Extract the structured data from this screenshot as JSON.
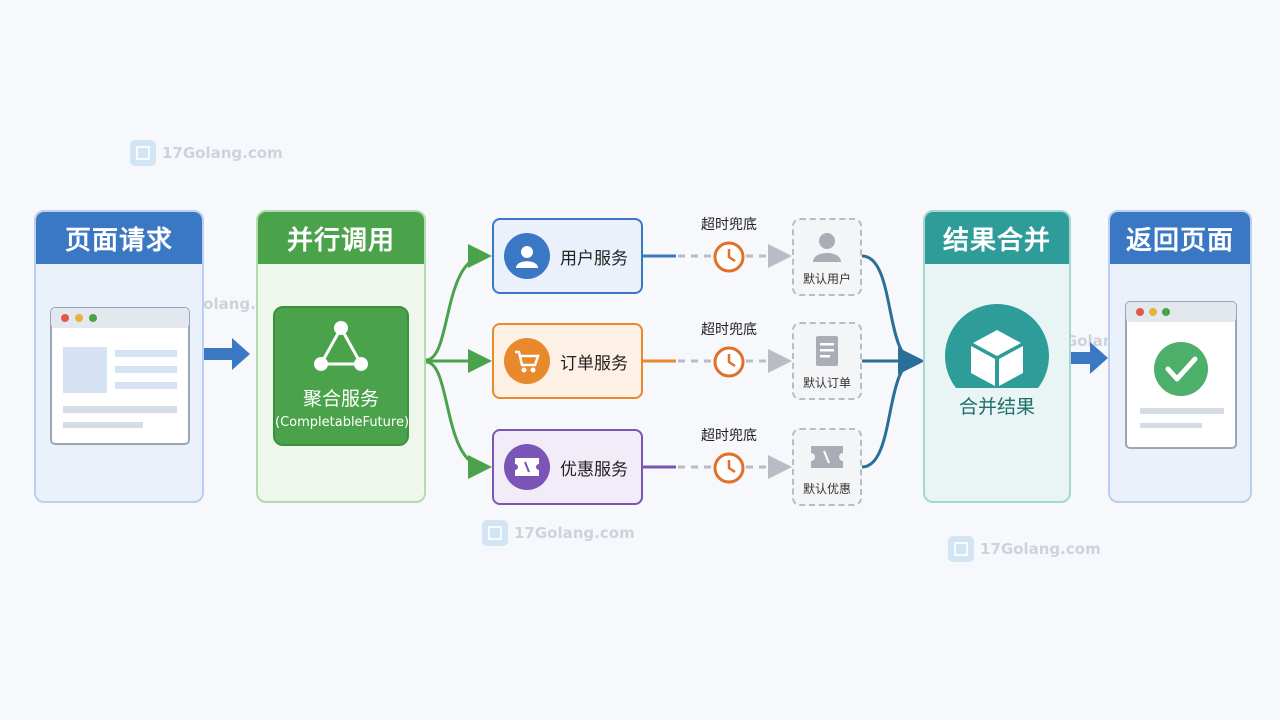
{
  "columns": {
    "request": {
      "title": "页面请求"
    },
    "parallel": {
      "title": "并行调用",
      "aggregator": {
        "label": "聚合服务",
        "sublabel": "(CompletableFuture)"
      }
    },
    "merge": {
      "title": "结果合并",
      "label": "合并结果"
    },
    "return": {
      "title": "返回页面"
    }
  },
  "services": [
    {
      "label": "用户服务",
      "color": "#3b78c4",
      "icon": "user-icon",
      "timeout_label": "超时兜底",
      "fallback_label": "默认用户",
      "fallback_icon": "user-silhouette-icon"
    },
    {
      "label": "订单服务",
      "color": "#e8892b",
      "icon": "cart-icon",
      "timeout_label": "超时兜底",
      "fallback_label": "默认订单",
      "fallback_icon": "document-icon"
    },
    {
      "label": "优惠服务",
      "color": "#7a55b5",
      "icon": "ticket-icon",
      "timeout_label": "超时兜底",
      "fallback_label": "默认优惠",
      "fallback_icon": "ticket-icon"
    }
  ],
  "watermark": {
    "text": "17Golang.com"
  },
  "colors": {
    "blue": "#3b78c4",
    "green": "#4aa34b",
    "teal": "#2e9c98",
    "orange": "#e8892b",
    "purple": "#7a55b5",
    "timer": "#e0702a"
  }
}
